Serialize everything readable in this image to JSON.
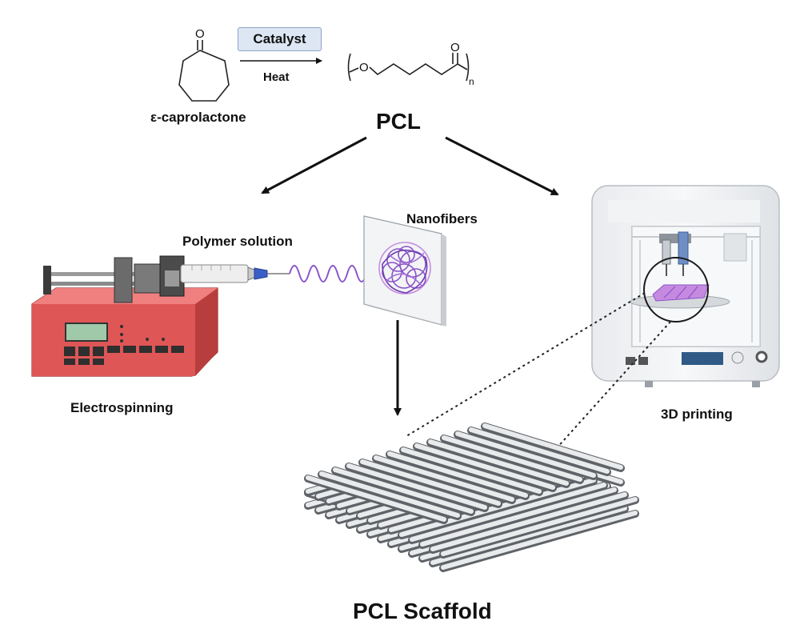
{
  "reaction": {
    "monomer_label": "ε-caprolactone",
    "catalyst_label": "Catalyst",
    "condition_label": "Heat",
    "product_label": "PCL",
    "atom_o": "O",
    "subscript_n": "n"
  },
  "electrospinning": {
    "polymer_label": "Polymer solution",
    "nanofibers_label": "Nanofibers",
    "method_label": "Electrospinning"
  },
  "printing": {
    "method_label": "3D printing"
  },
  "scaffold": {
    "label": "PCL Scaffold"
  },
  "colors": {
    "pump_body": "#e05454",
    "pump_dark": "#b23a3a",
    "fiber": "#8a55c9",
    "printed_part": "#c58ae0",
    "arrow": "#111111",
    "catalyst_fill": "#dde6f3"
  }
}
